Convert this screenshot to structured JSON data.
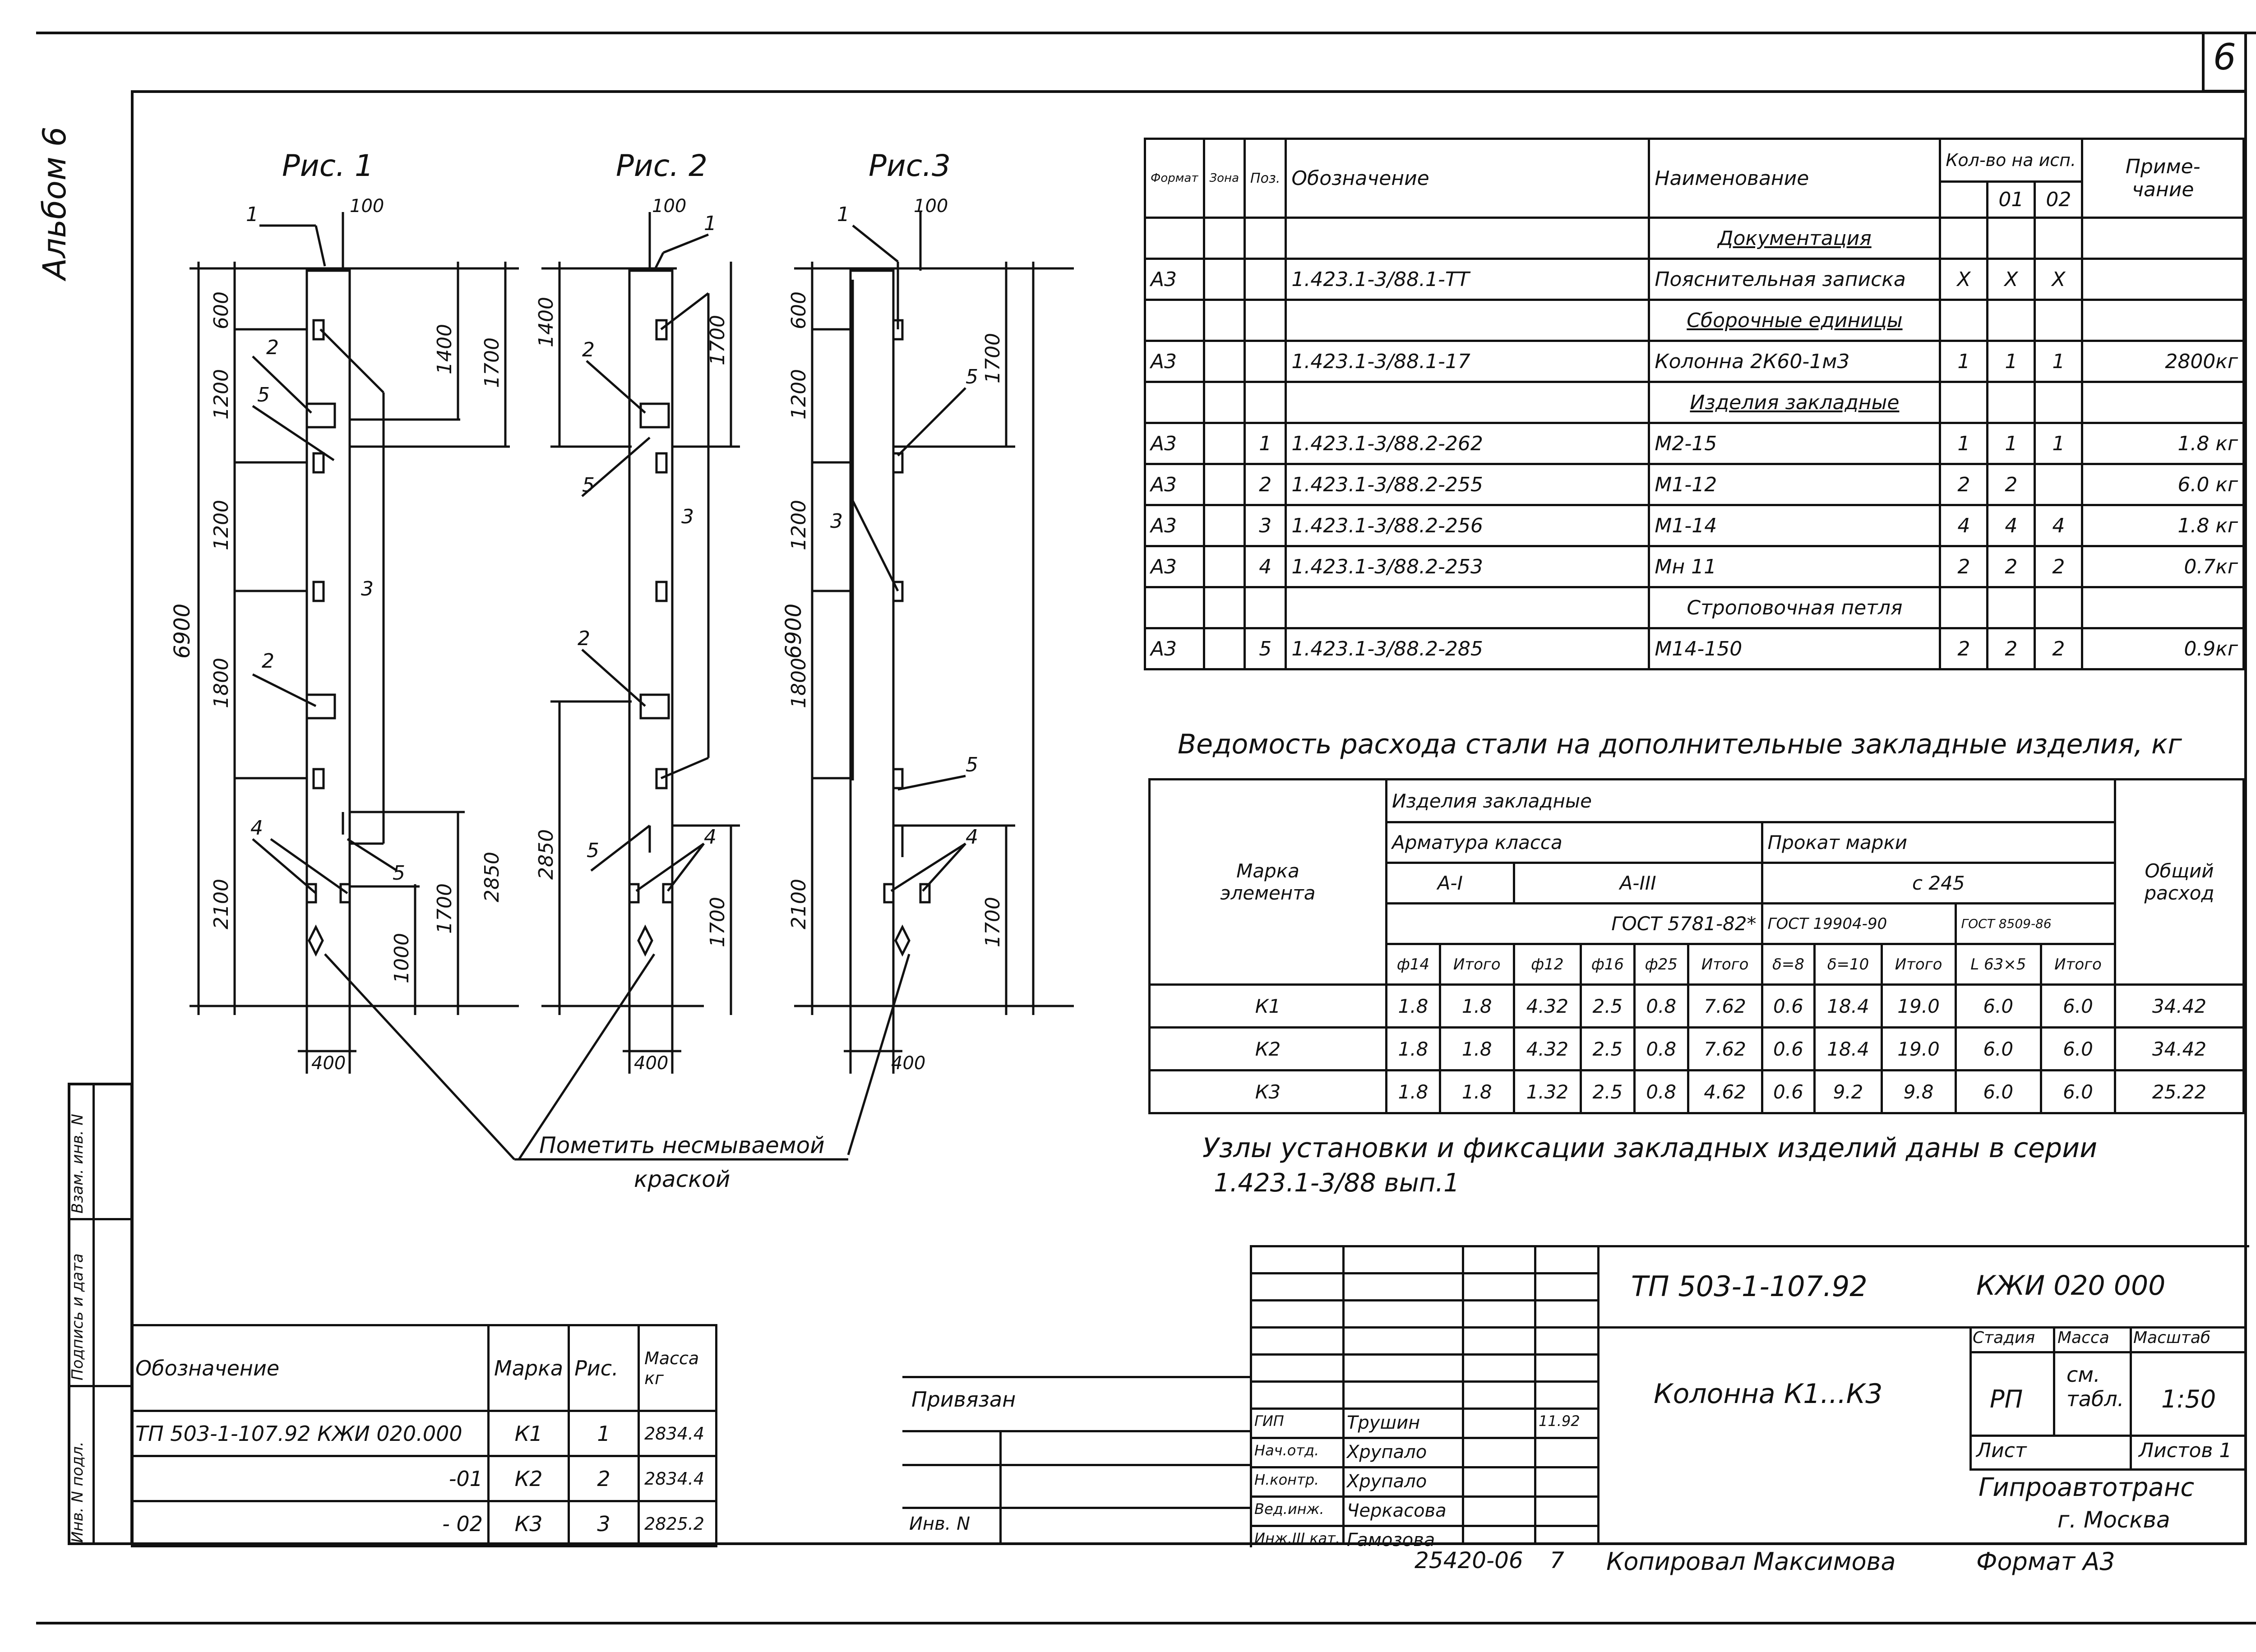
{
  "sheet_number": "6",
  "album_label": "Альбом 6",
  "figures": [
    {
      "title": "Рис. 1",
      "top_dim": "100",
      "total": "6900",
      "width": "400",
      "left_dims": [
        "600",
        "1200",
        "1200",
        "1800",
        "2100"
      ],
      "right_dims": [
        "1400",
        "1700",
        "2850",
        "1700",
        "1000"
      ],
      "callouts": [
        "1",
        "2",
        "5",
        "2",
        "4",
        "5",
        "3"
      ]
    },
    {
      "title": "Рис. 2",
      "top_dim": "100",
      "total": "",
      "width": "400",
      "left_dims": [
        "1400",
        "2850"
      ],
      "right_dims": [
        "1700",
        "1700"
      ],
      "callouts": [
        "1",
        "2",
        "5",
        "2",
        "5",
        "4",
        "3"
      ]
    },
    {
      "title": "Рис.3",
      "top_dim": "100",
      "total": "6900",
      "width": "400",
      "left_dims": [
        "600",
        "1200",
        "1200",
        "1800",
        "2100"
      ],
      "right_dims": [
        "1700",
        "1700"
      ],
      "callouts": [
        "1",
        "5",
        "3",
        "5",
        "4"
      ]
    }
  ],
  "paint_note": [
    "Пометить несмываемой",
    "краской"
  ],
  "spec_table": {
    "header": {
      "format": "Формат",
      "zone": "Зона",
      "pos": "Поз.",
      "designation": "Обозначение",
      "name": "Наименование",
      "qty": "Кол-во на исп.",
      "q0": "",
      "q1": "01",
      "q2": "02",
      "note": "Приме-\nчание"
    },
    "rows": [
      {
        "f": "",
        "z": "",
        "p": "",
        "d": "",
        "n": "Документация",
        "q0": "",
        "q1": "",
        "q2": "",
        "note": "",
        "section": true
      },
      {
        "f": "А3",
        "z": "",
        "p": "",
        "d": "1.423.1-3/88.1-ТТ",
        "n": "Пояснительная записка",
        "q0": "X",
        "q1": "X",
        "q2": "X",
        "note": ""
      },
      {
        "f": "",
        "z": "",
        "p": "",
        "d": "",
        "n": "Сборочные единицы",
        "q0": "",
        "q1": "",
        "q2": "",
        "note": "",
        "section": true
      },
      {
        "f": "А3",
        "z": "",
        "p": "",
        "d": "1.423.1-3/88.1-17",
        "n": "Колонна 2К60-1м3",
        "q0": "1",
        "q1": "1",
        "q2": "1",
        "note": "2800кг"
      },
      {
        "f": "",
        "z": "",
        "p": "",
        "d": "",
        "n": "Изделия закладные",
        "q0": "",
        "q1": "",
        "q2": "",
        "note": "",
        "section": true
      },
      {
        "f": "А3",
        "z": "",
        "p": "1",
        "d": "1.423.1-3/88.2-262",
        "n": "М2-15",
        "q0": "1",
        "q1": "1",
        "q2": "1",
        "note": "1.8 кг"
      },
      {
        "f": "А3",
        "z": "",
        "p": "2",
        "d": "1.423.1-3/88.2-255",
        "n": "М1-12",
        "q0": "2",
        "q1": "2",
        "q2": "",
        "note": "6.0 кг"
      },
      {
        "f": "А3",
        "z": "",
        "p": "3",
        "d": "1.423.1-3/88.2-256",
        "n": "М1-14",
        "q0": "4",
        "q1": "4",
        "q2": "4",
        "note": "1.8 кг"
      },
      {
        "f": "А3",
        "z": "",
        "p": "4",
        "d": "1.423.1-3/88.2-253",
        "n": "Мн 11",
        "q0": "2",
        "q1": "2",
        "q2": "2",
        "note": "0.7кг"
      },
      {
        "f": "",
        "z": "",
        "p": "",
        "d": "",
        "n": "Строповочная петля",
        "q0": "",
        "q1": "",
        "q2": "",
        "note": ""
      },
      {
        "f": "А3",
        "z": "",
        "p": "5",
        "d": "1.423.1-3/88.2-285",
        "n": "М14-150",
        "q0": "2",
        "q1": "2",
        "q2": "2",
        "note": "0.9кг"
      }
    ]
  },
  "steel_title": "Ведомость расхода стали на дополнительные закладные изделия, кг",
  "steel_table": {
    "mark_label": [
      "Марка",
      "элемента"
    ],
    "group": "Изделия закладные",
    "armatura": "Арматура класса",
    "prokat": "Прокат марки",
    "classA1": "А-I",
    "classA3": "А-III",
    "c245": "с 245",
    "gost5781": "ГОСТ 5781-82*",
    "gost19904": "ГОСТ 19904-90",
    "gost8509": "ГОСТ 8509-86",
    "total_label": [
      "Общий",
      "расход"
    ],
    "cols": [
      "ф14",
      "Итого",
      "ф12",
      "ф16",
      "ф25",
      "Итого",
      "δ=8",
      "δ=10",
      "Итого",
      "L 63×5",
      "Итого"
    ],
    "rows": [
      {
        "mark": "К1",
        "v": [
          "1.8",
          "1.8",
          "4.32",
          "2.5",
          "0.8",
          "7.62",
          "0.6",
          "18.4",
          "19.0",
          "6.0",
          "6.0"
        ],
        "total": "34.42"
      },
      {
        "mark": "К2",
        "v": [
          "1.8",
          "1.8",
          "4.32",
          "2.5",
          "0.8",
          "7.62",
          "0.6",
          "18.4",
          "19.0",
          "6.0",
          "6.0"
        ],
        "total": "34.42"
      },
      {
        "mark": "К3",
        "v": [
          "1.8",
          "1.8",
          "1.32",
          "2.5",
          "0.8",
          "4.62",
          "0.6",
          "9.2",
          "9.8",
          "6.0",
          "6.0"
        ],
        "total": "25.22"
      }
    ]
  },
  "nodes_note": [
    "Узлы установки и фиксации закладных изделий даны в серии",
    "1.423.1-3/88 вып.1"
  ],
  "bottom_table": {
    "headers": [
      "Обозначение",
      "Марка",
      "Рис.",
      "Масса\nкг"
    ],
    "rows": [
      {
        "d": "ТП 503-1-107.92 КЖИ 020.000",
        "m": "К1",
        "r": "1",
        "mass": "2834.4"
      },
      {
        "d": "-01",
        "m": "К2",
        "r": "2",
        "mass": "2834.4"
      },
      {
        "d": "- 02",
        "m": "К3",
        "r": "3",
        "mass": "2825.2"
      }
    ]
  },
  "side_labels": [
    "Инв. N подл.",
    "Подпись и дата",
    "Взам. инв. N"
  ],
  "privyazan": "Привязан",
  "inv_label": "Инв. N",
  "title_block": {
    "code": "ТП  503-1-107.92",
    "doc": "КЖИ 020 000",
    "name": "Колонна К1...К3",
    "stage_label": "Стадия",
    "mass_label": "Масса",
    "scale_label": "Масштаб",
    "stage": "РП",
    "mass": "см.\nтабл.",
    "scale": "1:50",
    "sheet_label": "Лист",
    "sheets_label": "Листов 1",
    "org": [
      "Гипроавтотранс",
      "г. Москва"
    ],
    "people": [
      {
        "role": "ГИП",
        "name": "Трушин",
        "date": "11.92"
      },
      {
        "role": "Нач.отд.",
        "name": "Хрупало",
        "date": ""
      },
      {
        "role": "Н.контр.",
        "name": "Хрупало",
        "date": ""
      },
      {
        "role": "Вед.инж.",
        "name": "Черкасова",
        "date": ""
      },
      {
        "role": "Инж.III кат.",
        "name": "Гамозова",
        "date": ""
      }
    ]
  },
  "footer": {
    "code": "25420-06",
    "num": "7",
    "copied": "Копировал Максимова",
    "format": "Формат А3"
  }
}
